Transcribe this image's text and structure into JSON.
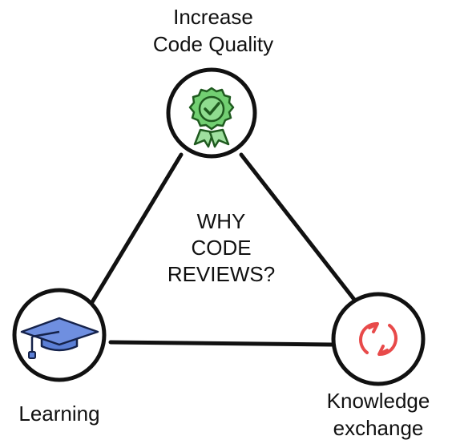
{
  "title_lines": [
    "WHY",
    "CODE",
    "REVIEWS?"
  ],
  "nodes": {
    "top": {
      "label_lines": [
        "Increase",
        "Code Quality"
      ],
      "icon": "award-badge-check-icon",
      "icon_color": "#6cc46c"
    },
    "left": {
      "label_lines": [
        "Learning"
      ],
      "icon": "graduation-cap-icon",
      "icon_color": "#5b7fd6"
    },
    "right": {
      "label_lines": [
        "Knowledge",
        "exchange"
      ],
      "icon": "refresh-arrows-icon",
      "icon_color": "#e84a4a"
    }
  },
  "colors": {
    "stroke": "#111111",
    "background": "#ffffff"
  }
}
